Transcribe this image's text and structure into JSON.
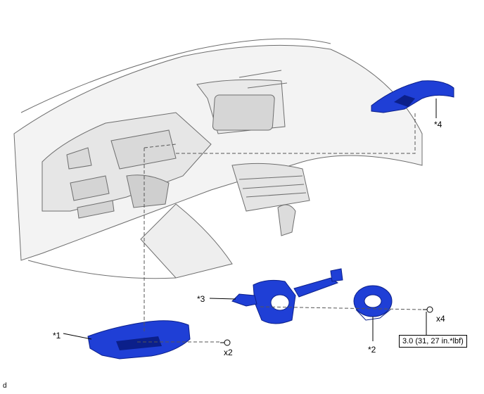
{
  "callouts": {
    "c1": "*1",
    "c2": "*2",
    "c3": "*3",
    "c4": "*4",
    "q_x2": "x2",
    "q_x4": "x4",
    "fig": "d"
  },
  "torque": "3.0 (31, 27 in.*lbf)",
  "colors": {
    "part_blue": "#1f3fd6",
    "part_dark": "#0b1f8a",
    "line_gray": "#6e6e6e",
    "dash_stroke": "#555555"
  }
}
